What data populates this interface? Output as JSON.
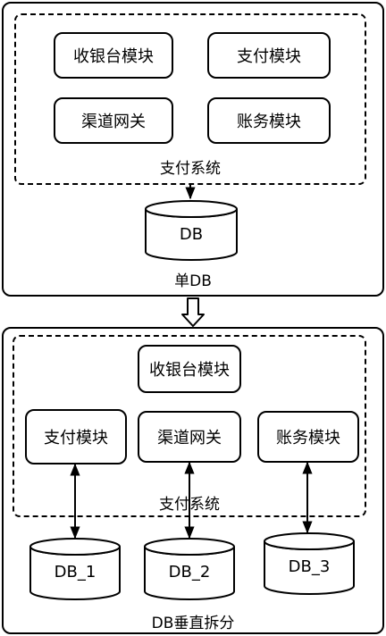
{
  "top": {
    "modules": [
      "收银台模块",
      "支付模块",
      "渠道网关",
      "账务模块"
    ],
    "group_label": "支付系统",
    "db_label": "DB",
    "caption": "单DB"
  },
  "bottom": {
    "modules": [
      "收银台模块",
      "支付模块",
      "渠道网关",
      "账务模块"
    ],
    "group_label": "支付系统",
    "dbs": [
      "DB_1",
      "DB_2",
      "DB_3"
    ],
    "caption": "DB垂直拆分"
  }
}
